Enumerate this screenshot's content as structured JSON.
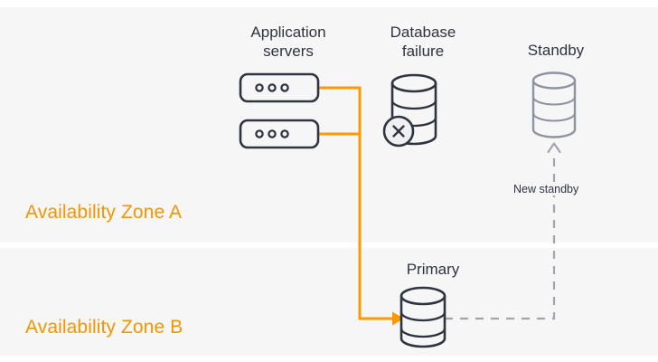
{
  "diagram": {
    "title_alt": "AWS Multi-AZ database failover diagram",
    "background_color": "#ffffff",
    "zone_band_color": "#f6f6f7",
    "accent_orange": "#ff9900",
    "ink_dark": "#2e3440",
    "ink_muted": "#8d93a0"
  },
  "zones": [
    {
      "id": "zone-a",
      "label": "Availability Zone A"
    },
    {
      "id": "zone-b",
      "label": "Availability Zone B"
    }
  ],
  "nodes": [
    {
      "id": "application-servers",
      "title": "Application\nservers",
      "icon": "server-icon",
      "count": 2,
      "state": "active"
    },
    {
      "id": "database-failure",
      "title": "Database\nfailure",
      "icon": "database-cylinder-icon",
      "badge": "x-circle-icon",
      "state": "failed"
    },
    {
      "id": "standby",
      "title": "Standby",
      "icon": "database-cylinder-icon",
      "state": "inactive"
    },
    {
      "id": "primary",
      "title": "Primary",
      "icon": "database-cylinder-icon",
      "state": "active"
    }
  ],
  "connections": [
    {
      "id": "app-servers-to-primary",
      "style": "solid",
      "color": "#ff9900",
      "arrow": true
    },
    {
      "id": "primary-to-standby",
      "style": "dashed",
      "color": "#8d93a0",
      "arrow": true,
      "label": "New standby"
    }
  ]
}
